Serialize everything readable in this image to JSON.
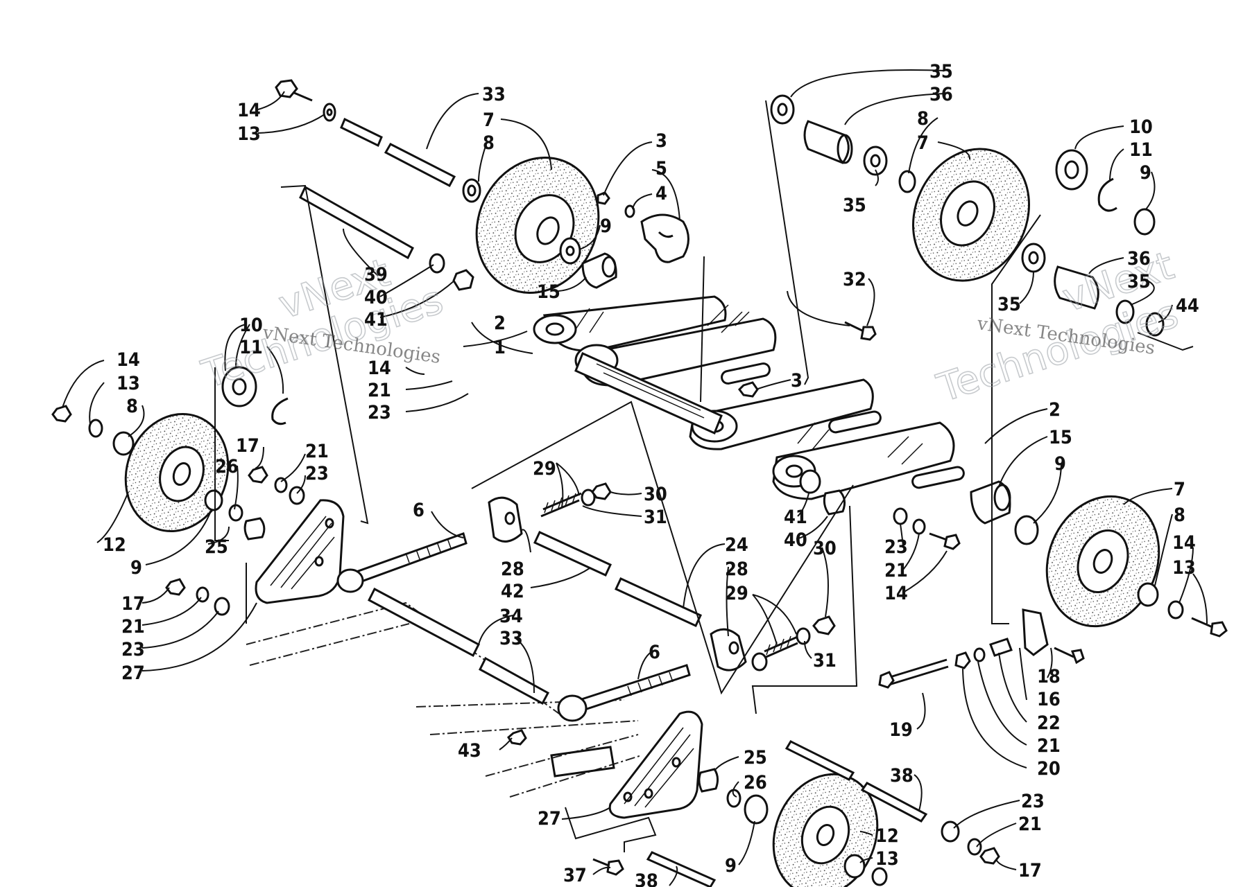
{
  "watermark": {
    "big_line1": "vNext",
    "big_line2": "Technologies",
    "small": "vNext Technologies"
  },
  "callouts": {
    "c1": "1",
    "c2a": "2",
    "c2b": "2",
    "c3a": "3",
    "c3b": "3",
    "c4": "4",
    "c5": "5",
    "c6a": "6",
    "c6b": "6",
    "c7a": "7",
    "c7b": "7",
    "c7c": "7",
    "c8a": "8",
    "c8b": "8",
    "c8c": "8",
    "c8d": "8",
    "c9a": "9",
    "c9b": "9",
    "c9c": "9",
    "c9d": "9",
    "c9e": "9",
    "c10a": "10",
    "c10b": "10",
    "c11a": "11",
    "c11b": "11",
    "c12a": "12",
    "c12b": "12",
    "c13a": "13",
    "c13b": "13",
    "c13c": "13",
    "c13d": "13",
    "c14a": "14",
    "c14b": "14",
    "c14c": "14",
    "c14d": "14",
    "c14e": "14",
    "c15a": "15",
    "c15b": "15",
    "c16": "16",
    "c17a": "17",
    "c17b": "17",
    "c17c": "17",
    "c18": "18",
    "c19": "19",
    "c20": "20",
    "c21a": "21",
    "c21b": "21",
    "c21c": "21",
    "c21d": "21",
    "c21e": "21",
    "c21f": "21",
    "c22": "22",
    "c23a": "23",
    "c23b": "23",
    "c23c": "23",
    "c23d": "23",
    "c23e": "23",
    "c24": "24",
    "c25a": "25",
    "c25b": "25",
    "c26a": "26",
    "c26b": "26",
    "c27a": "27",
    "c27b": "27",
    "c28a": "28",
    "c28b": "28",
    "c29a": "29",
    "c29b": "29",
    "c30a": "30",
    "c30b": "30",
    "c31a": "31",
    "c31b": "31",
    "c32": "32",
    "c33a": "33",
    "c33b": "33",
    "c34": "34",
    "c35a": "35",
    "c35b": "35",
    "c35c": "35",
    "c35d": "35",
    "c36a": "36",
    "c36b": "36",
    "c37": "37",
    "c38a": "38",
    "c38b": "38",
    "c39": "39",
    "c40a": "40",
    "c40b": "40",
    "c41a": "41",
    "c41b": "41",
    "c42": "42",
    "c43": "43",
    "c44": "44"
  }
}
